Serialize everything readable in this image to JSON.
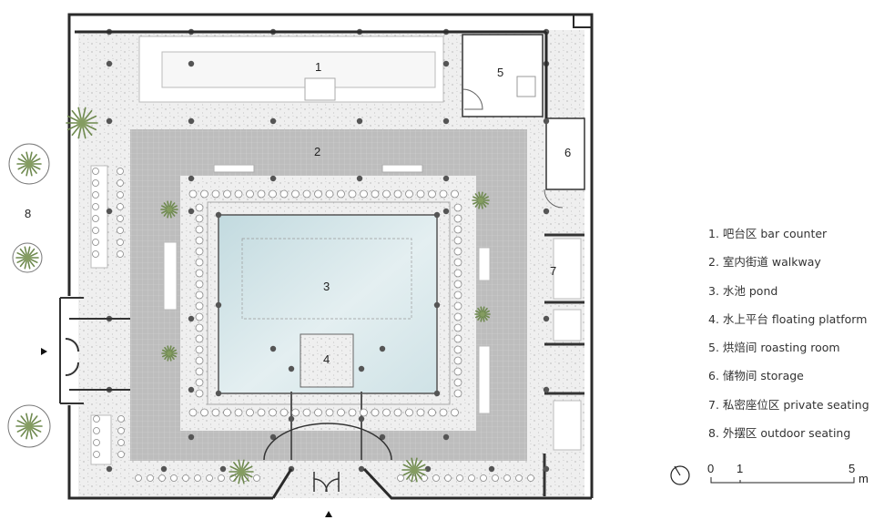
{
  "zone_numbers": [
    "1",
    "2",
    "3",
    "4",
    "5",
    "6",
    "7",
    "8"
  ],
  "legend": [
    "1. 吧台区 bar counter",
    "2. 室内街道 walkway",
    "3. 水池 pond",
    "4. 水上平台 floating platform",
    "5. 烘焙间 roasting room",
    "6. 储物间 storage",
    "7. 私密座位区 private seating",
    "8. 外摆区 outdoor seating"
  ],
  "scale_bar": {
    "ticks": [
      "0",
      "1",
      "5"
    ],
    "unit": "m"
  },
  "icons": {
    "north": "north-arrow-icon",
    "entrance": "entrance-arrow-icon"
  },
  "colors": {
    "wall": "#2a2a2a",
    "terrazzo": "#eeeeee",
    "walkway": "#b9b9b9",
    "pond": "#cfe2e6",
    "tree": "#6f8a4f"
  }
}
